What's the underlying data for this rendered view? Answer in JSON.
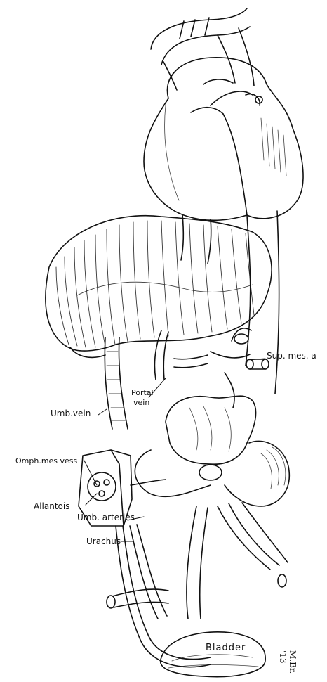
{
  "labels": {
    "sup_mes_a": "Sup. mes. a",
    "portal_vein_line1": "Portal",
    "portal_vein_line2": "vein",
    "umb_vein": "Umb.vein",
    "omph_mes_vess": "Omph.mes vess",
    "allantois": "Allantois",
    "umb_arteries": "Umb. arteries",
    "urachus": "Urachus",
    "bladder": "Bladder"
  },
  "signature": "M.Br. '13",
  "colors": {
    "ink": "#111111",
    "paper": "#ffffff"
  }
}
